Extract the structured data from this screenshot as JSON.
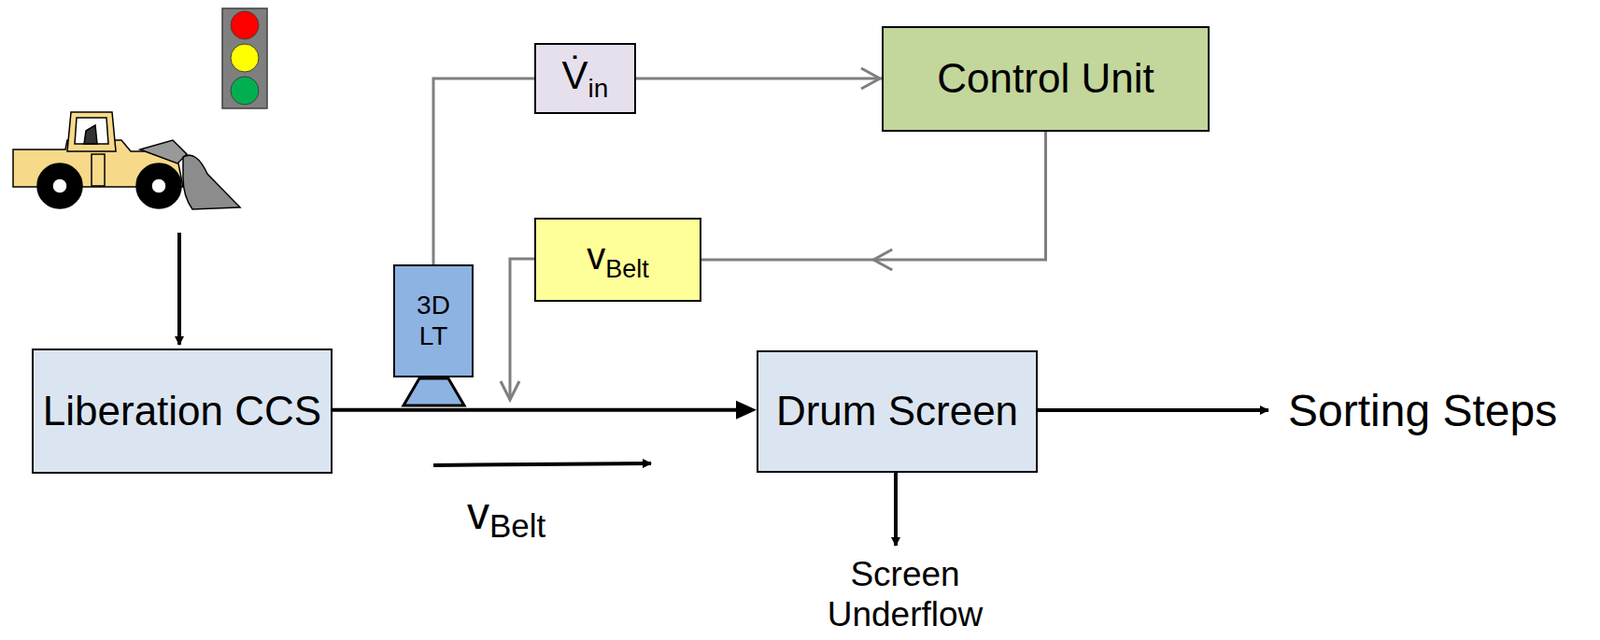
{
  "diagram": {
    "nodes": [
      {
        "text": [
          "Liberation CCS"
        ]
      },
      {
        "text": [
          "3D LT"
        ]
      },
      {
        "text": [
          "V̇in"
        ]
      },
      {
        "text": [
          "Control Unit"
        ]
      },
      {
        "text": [
          "vBelt"
        ]
      },
      {
        "text": [
          "Drum Screen"
        ]
      }
    ],
    "edges": [
      {
        "from": 0,
        "to": 5,
        "arrow": "to"
      },
      {
        "from": 1,
        "to": 2,
        "arrow": "none"
      },
      {
        "from": 2,
        "to": 3,
        "arrow": "to"
      },
      {
        "from": 3,
        "to": 4,
        "arrow": "to"
      }
    ],
    "labels": [
      "vBelt",
      "Sorting Steps",
      "Screen Underflow"
    ]
  }
}
